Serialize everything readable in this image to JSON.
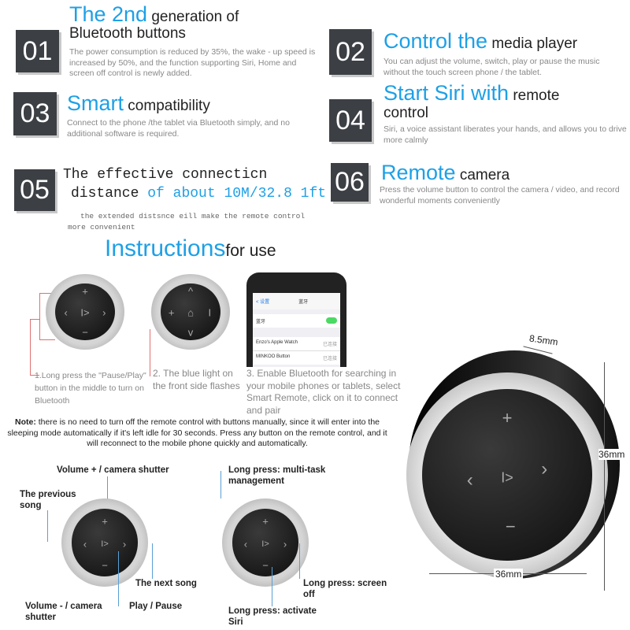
{
  "features": [
    {
      "num": "01",
      "title_blue": "The 2nd",
      "title_rest": "generation of",
      "title_line2": "Bluetooth buttons",
      "desc": "The power consumption is reduced by 35%, the wake - up speed is increased by 50%, and the function supporting Siri, Home and screen off control is newly added."
    },
    {
      "num": "02",
      "title_blue": "Control the",
      "title_rest": "media player",
      "desc": "You can adjust the volume, switch, play or pause the music without the touch screen phone / the tablet."
    },
    {
      "num": "03",
      "title_blue": "Smart",
      "title_rest": "compatibility",
      "desc": "Connect to the phone /the tablet via Bluetooth simply, and no additional software is required."
    },
    {
      "num": "04",
      "title_blue": "Start Siri with",
      "title_rest": "remote",
      "title_line2": "control",
      "desc": "Siri, a voice assistant liberates your hands, and allows you to drive more calmly"
    },
    {
      "num": "05",
      "title_line1": "The effective connecticn",
      "title_rest": "distance",
      "title_blue": "of about 10M/32.8 1ft",
      "desc": "the extended distsnce eill make the remote control more convenient"
    },
    {
      "num": "06",
      "title_blue": "Remote",
      "title_rest": "camera",
      "desc": "Press the volume button to control the camera / video, and record wonderful moments conveniently"
    }
  ],
  "instructions": {
    "title_blue": "Instructions",
    "title_rest": "for use",
    "steps": [
      "1.Long press the \"Pause/Play\" button in the middle to turn on Bluetooth",
      "2. The blue light on the front side flashes",
      "3. Enable Bluetooth for searching in your mobile phones or tablets, select Smart Remote, click on it to connect and pair"
    ],
    "phone": {
      "back": "< 设置",
      "title": "蓝牙",
      "row1": "蓝牙",
      "row2": "Enzo's Apple Watch",
      "row3": "MINKOO Button",
      "status": "已连接"
    },
    "note_label": "Note:",
    "note": " there is no need to turn off the remote control with buttons manually, since it will enter into the sleeping mode automatically if it's left idle for 30 seconds. Press any button on the remote control, and it will reconnect to the mobile phone quickly and automatically."
  },
  "glyphs": {
    "plus": "+",
    "minus": "−",
    "left": "‹",
    "right": "›",
    "play": "I>",
    "up": "^",
    "down": "v",
    "home": "⌂",
    "bar": "I"
  },
  "labels_left": {
    "vol_up": "Volume + / camera shutter",
    "prev": "The previous song",
    "next": "The next song",
    "vol_down": "Volume - / camera shutter",
    "play": "Play / Pause"
  },
  "labels_right": {
    "multitask": "Long press: multi-task management",
    "screen_off": "Long press: screen off",
    "siri": "Long press: activate Siri"
  },
  "dimensions": {
    "thickness": "8.5mm",
    "height": "36mm",
    "width": "36mm"
  },
  "colors": {
    "accent": "#1ea0e6",
    "box": "#3c3f44"
  }
}
